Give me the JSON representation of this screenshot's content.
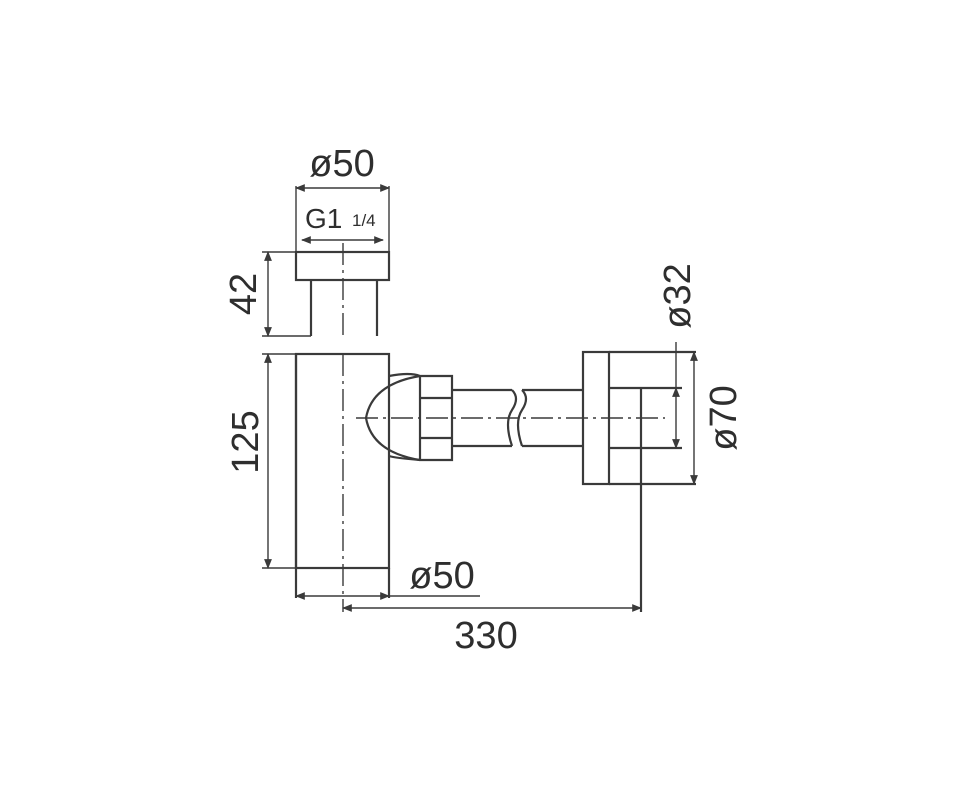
{
  "dimensions": {
    "top_diameter": "ø50",
    "thread": "G1",
    "thread_fraction": "1/4",
    "top_height": "42",
    "body_height": "125",
    "bottom_diameter": "ø50",
    "horizontal_length": "330",
    "outlet_diameter": "ø32",
    "flange_diameter": "ø70"
  }
}
